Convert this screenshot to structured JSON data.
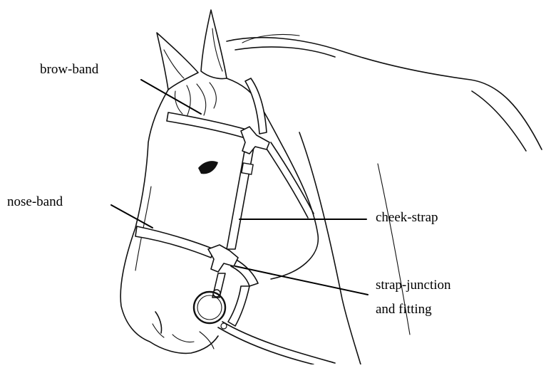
{
  "labels": {
    "brow_band": "brow-band",
    "nose_band": "nose-band",
    "cheek_strap": "cheek-strap",
    "strap_junction_line1": "strap-junction",
    "strap_junction_line2": "and fitting"
  },
  "colors": {
    "ink": "#111111",
    "background": "#ffffff"
  }
}
